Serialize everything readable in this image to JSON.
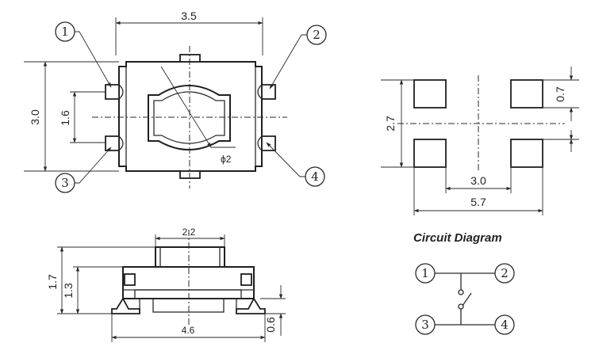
{
  "top_view": {
    "width_dim": "3.5",
    "height_dim": "3.0",
    "pin_pitch_dim": "1.6",
    "diameter_dim": "ϕ2"
  },
  "pins": {
    "p1": "1",
    "p2": "2",
    "p3": "3",
    "p4": "4"
  },
  "footprint": {
    "pitch_y": "2.7",
    "pad_h": "0.7",
    "pitch_x": "3.0",
    "overall_x": "5.7"
  },
  "side_view": {
    "top_width": "2.2",
    "height_total": "1.7",
    "height_body": "1.3",
    "overall_width": "4.6",
    "lead_height": "0.6"
  },
  "circuit": {
    "title": "Circuit Diagram",
    "n1": "1",
    "n2": "2",
    "n3": "3",
    "n4": "4"
  }
}
